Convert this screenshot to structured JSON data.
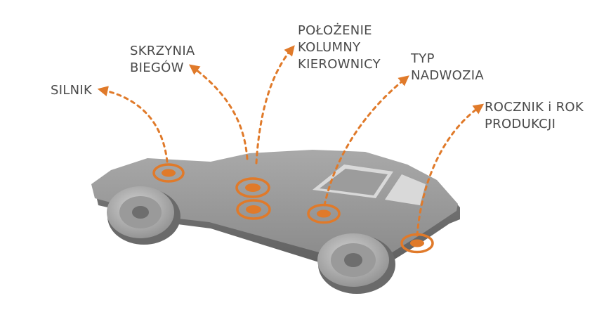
{
  "colors": {
    "accent": "#e07a2a",
    "car_body": "#8e8e8e",
    "label_text": "#4a4a4a"
  },
  "labels": {
    "engine": "SILNIK",
    "gearbox": "SKRZYNIA\nBIEGÓW",
    "steering_column": "POŁOŻENIE\nKOLUMNY\nKIEROWNICY",
    "body_type": "TYP\nNADWOZIA",
    "production_year": "ROCZNIK i ROK\nPRODUKCJI"
  }
}
